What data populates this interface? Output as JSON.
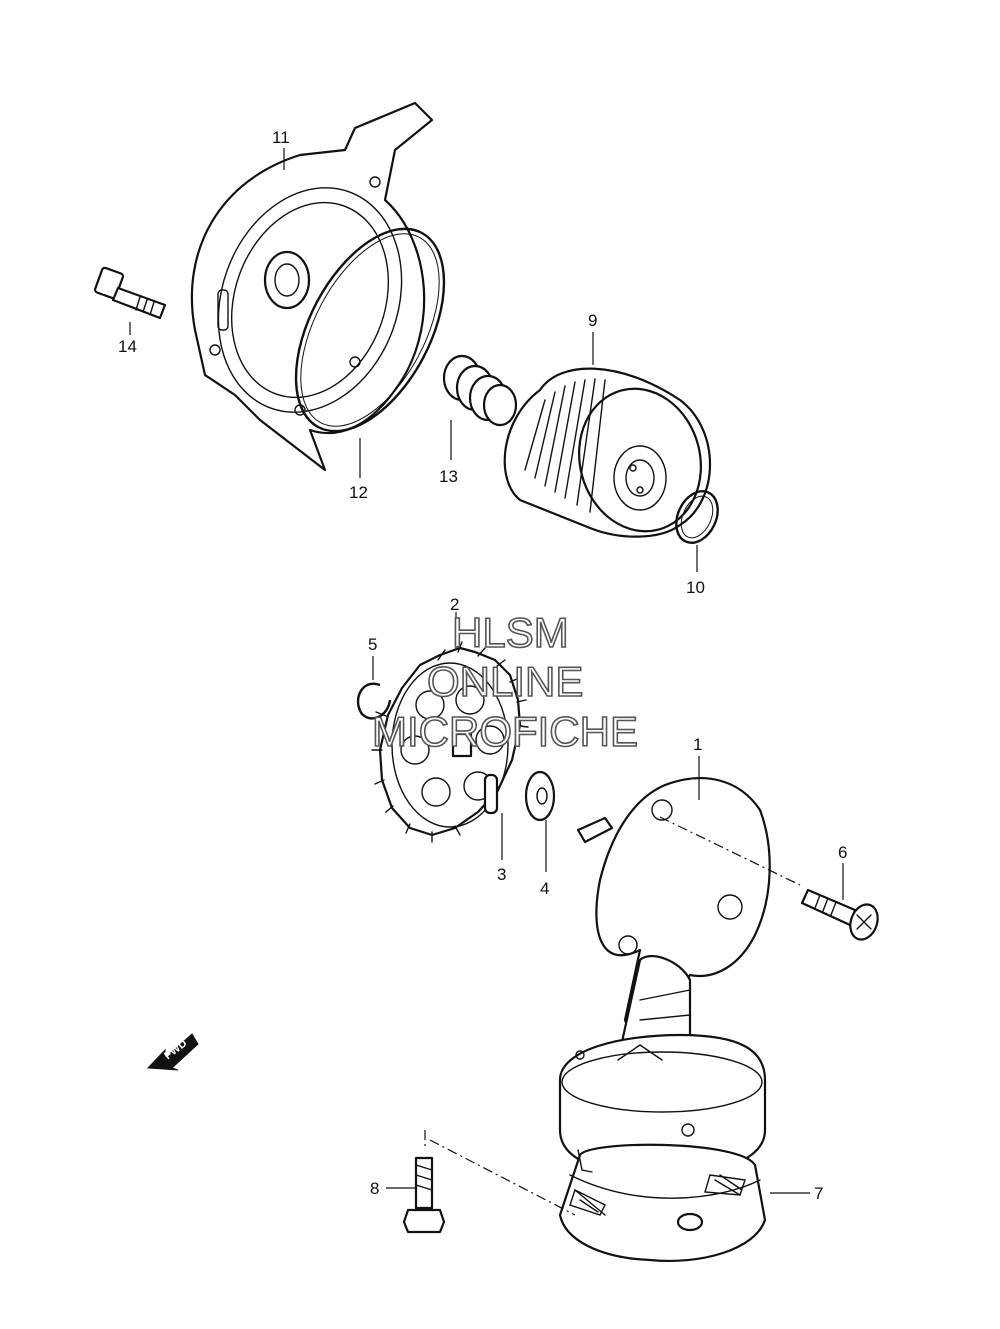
{
  "diagram": {
    "callouts": {
      "p1": "1",
      "p2": "2",
      "p3": "3",
      "p4": "4",
      "p5": "5",
      "p6": "6",
      "p7": "7",
      "p8": "8",
      "p9": "9",
      "p10": "10",
      "p11": "11",
      "p12": "12",
      "p13": "13",
      "p14": "14"
    },
    "direction_arrow_label": "FWD",
    "watermark": {
      "line1": "HLSM",
      "line2": "ONLINE",
      "line3": "MICROFICHE"
    }
  }
}
